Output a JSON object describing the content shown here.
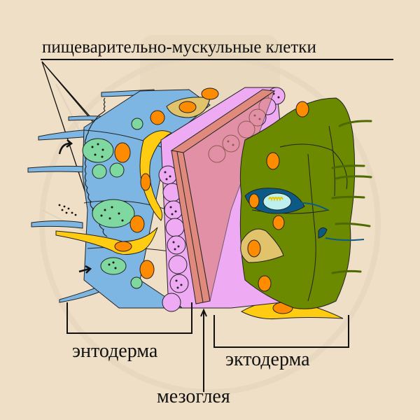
{
  "labels": {
    "digestive_muscle_cells": "пищеварительно-мускульные клетки",
    "endoderm": "энтодерма",
    "ectoderm": "эктодерма",
    "mesoglea": "мезоглея"
  },
  "colors": {
    "background": "#efdfc6",
    "watermark": "#e2d3bd",
    "endoderm_cell": "#7db6e2",
    "food_vacuole": "#7fd8a0",
    "nucleus": "#ff8c00",
    "gland_cell": "#e0c36a",
    "nerve_cell": "#ffcc11",
    "muscle_fiber": "#eeaaf2",
    "mesoglea": "#e08a7e",
    "ectoderm_cell": "#6b8a00",
    "cnidocyte": "#0e5a86",
    "cnidocyte_capsule": "#bff0f0",
    "outline": "#111111"
  }
}
